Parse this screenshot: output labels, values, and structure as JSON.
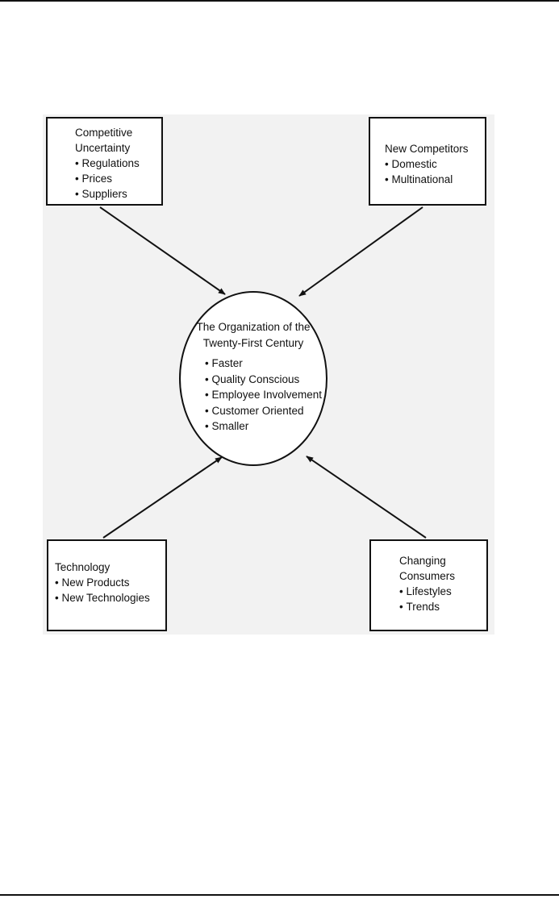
{
  "diagram": {
    "center": {
      "title_lines": [
        "The Organization of the",
        "Twenty-First Century"
      ],
      "items": [
        "Faster",
        "Quality Conscious",
        "Employee Involvement",
        "Customer Oriented",
        "Smaller"
      ]
    },
    "boxes": {
      "competitive_uncertainty": {
        "title_lines": [
          "Competitive",
          "Uncertainty"
        ],
        "items": [
          "Regulations",
          "Prices",
          "Suppliers"
        ]
      },
      "new_competitors": {
        "title_lines": [
          "New Competitors"
        ],
        "items": [
          "Domestic",
          "Multinational"
        ]
      },
      "technology": {
        "title_lines": [
          "Technology"
        ],
        "items": [
          "New Products",
          "New Technologies"
        ]
      },
      "changing_consumers": {
        "title_lines": [
          "Changing",
          "Consumers"
        ],
        "items": [
          "Lifestyles",
          "Trends"
        ]
      }
    },
    "colors": {
      "line": "#111111",
      "canvas": "#f2f2f2",
      "box_fill": "#ffffff"
    }
  }
}
